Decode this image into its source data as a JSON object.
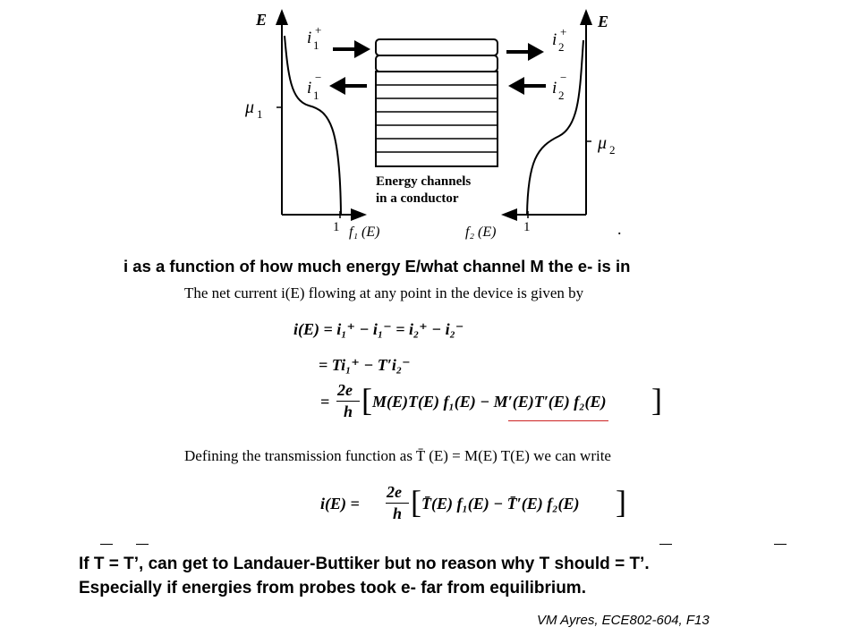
{
  "figure": {
    "axis_left_label": "E",
    "axis_right_label": "E",
    "mu1": "μ",
    "mu1_sub": "1",
    "mu2": "μ",
    "mu2_sub": "2",
    "i": "i",
    "sub1": "1",
    "sub2": "2",
    "plus": "+",
    "minus": "−",
    "tick_one_left": "1",
    "tick_one_right": "1",
    "f1_label": "f₁ (E)",
    "f2_label": "f₂ (E)",
    "channels_line1": "Energy channels",
    "channels_line2": "in a conductor",
    "dot": "."
  },
  "caption": "i as a function of how much energy E/what channel M the e- is in",
  "excerpt": {
    "intro": "The net current i(E) flowing at any point in the device is given by",
    "eq1": "i(E) = i₁⁺ − i₁⁻ = i₂⁺ − i₂⁻",
    "eq2": "= Ti₁⁺ − T′i₂⁻",
    "eq3_prefix": "=",
    "frac_num": "2e",
    "frac_den": "h",
    "eq3_body": "M(E)T(E) f₁(E) − M′(E)T′(E) f₂(E)",
    "defining": "Defining the transmission function as T̄ (E) = M(E) T(E) we can write",
    "eq4_prefix": "i(E) =",
    "eq4_body": "T̄(E) f₁(E) − T̄′(E) f₂(E)"
  },
  "text": {
    "line1": "If T = T’, can get to Landauer-Buttiker but no reason why T should = T’.",
    "line2": "Especially if energies from probes took e- far from equilibrium."
  },
  "credit": "VM Ayres, ECE802-604, F13",
  "colors": {
    "ink": "#000000",
    "underline": "#cc2222"
  }
}
